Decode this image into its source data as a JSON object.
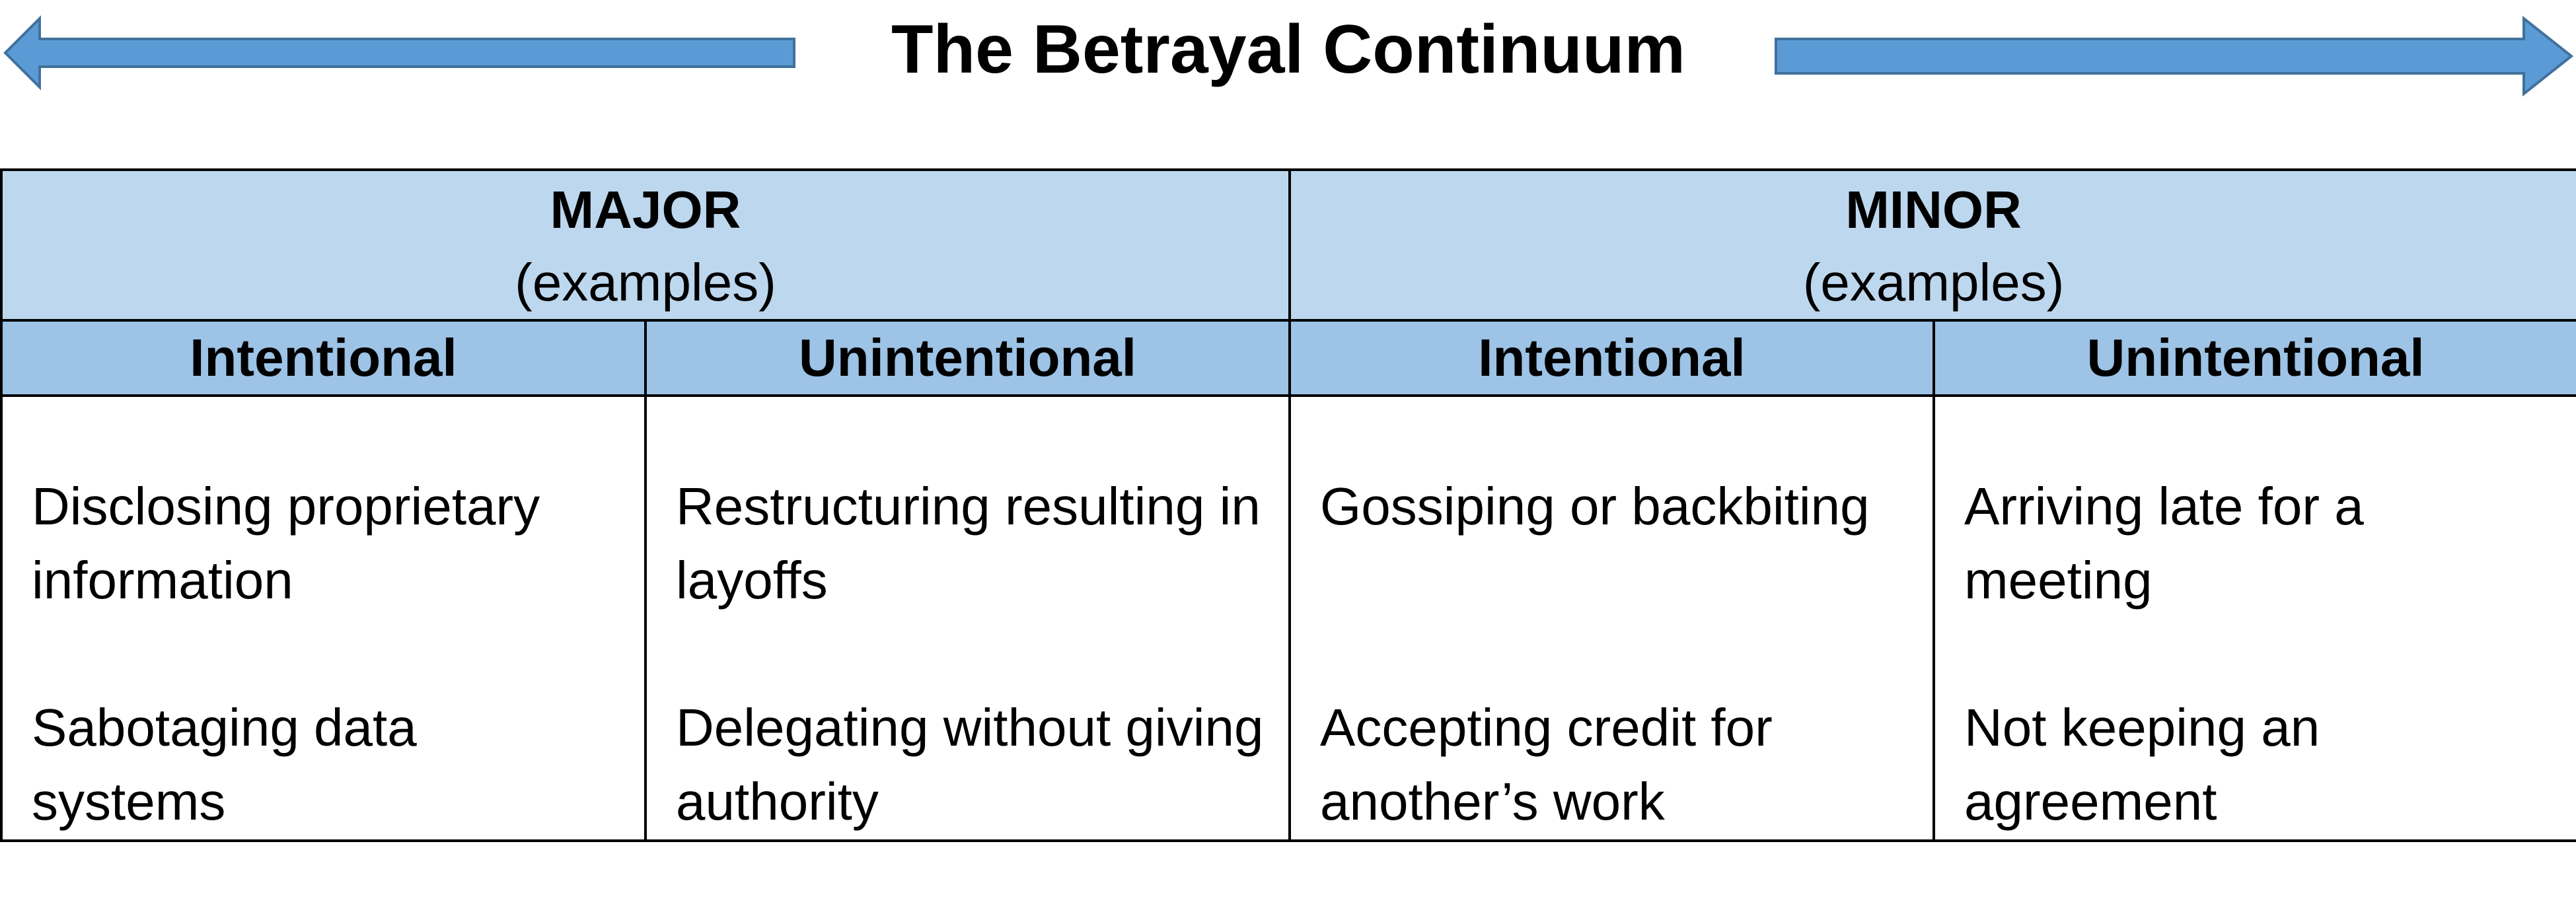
{
  "title": "The Betrayal Continuum",
  "colors": {
    "arrow_fill": "#5b9bd5",
    "arrow_stroke": "#41719c",
    "category_header_bg": "#bdd7ee",
    "subheader_bg": "#9dc3e6",
    "border": "#000000"
  },
  "icons": {
    "left_arrow": "left-arrow-icon",
    "right_arrow": "right-arrow-icon"
  },
  "categories": [
    {
      "name": "MAJOR",
      "subtitle": "(examples)",
      "columns": [
        {
          "header": "Intentional",
          "examples": [
            "Disclosing proprietary information",
            "Sabotaging data systems"
          ]
        },
        {
          "header": "Unintentional",
          "examples": [
            "Restructuring resulting in layoffs",
            "Delegating without giving authority"
          ]
        }
      ]
    },
    {
      "name": "MINOR",
      "subtitle": "(examples)",
      "columns": [
        {
          "header": "Intentional",
          "examples": [
            "Gossiping or backbiting",
            "Accepting credit for another’s work"
          ]
        },
        {
          "header": "Unintentional",
          "examples": [
            "Arriving late for a meeting",
            "Not keeping an agreement"
          ]
        }
      ]
    }
  ]
}
